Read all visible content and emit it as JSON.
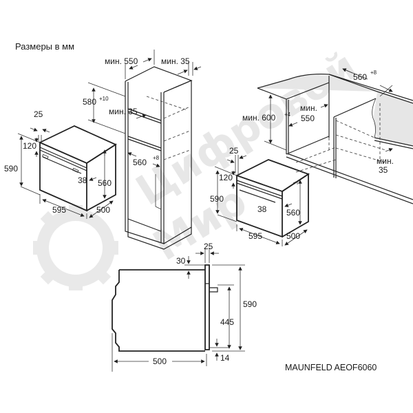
{
  "header": {
    "title": "Размеры в мм"
  },
  "footer": {
    "model": "MAUNFELD AEOF6060"
  },
  "watermark": {
    "text_line1": "Цифровой",
    "text_line2": "Мир",
    "icon": "gear-icon"
  },
  "oven_left": {
    "depth_top": "25",
    "panel_height": "120",
    "height": "590",
    "handle_offset": "38",
    "body_height": "560",
    "width": "595",
    "depth": "500"
  },
  "tall_cabinet": {
    "min_depth": "мин. 550",
    "min_back_gap": "мин. 35",
    "niche_height": "580",
    "niche_height_tol": "+10",
    "min_shelf_gap": "мин. 35",
    "niche_width": "560",
    "niche_width_tol": "+8"
  },
  "under_counter": {
    "niche_width": "560",
    "niche_width_tol": "+8",
    "niche_height_label": "мин. 600",
    "niche_height_tol": "+4",
    "min_depth_label": "мин.",
    "min_depth_value": "550",
    "min_gap_label": "мин.",
    "min_gap_value": "35"
  },
  "oven_right": {
    "depth_top": "25",
    "panel_height": "120",
    "height": "590",
    "handle_offset": "38",
    "body_height": "560",
    "width": "595",
    "depth": "500"
  },
  "side_view": {
    "front_thickness": "25",
    "top_offset": "30",
    "total_height": "590",
    "handle_height": "445",
    "bottom_offset": "14",
    "depth": "500"
  }
}
